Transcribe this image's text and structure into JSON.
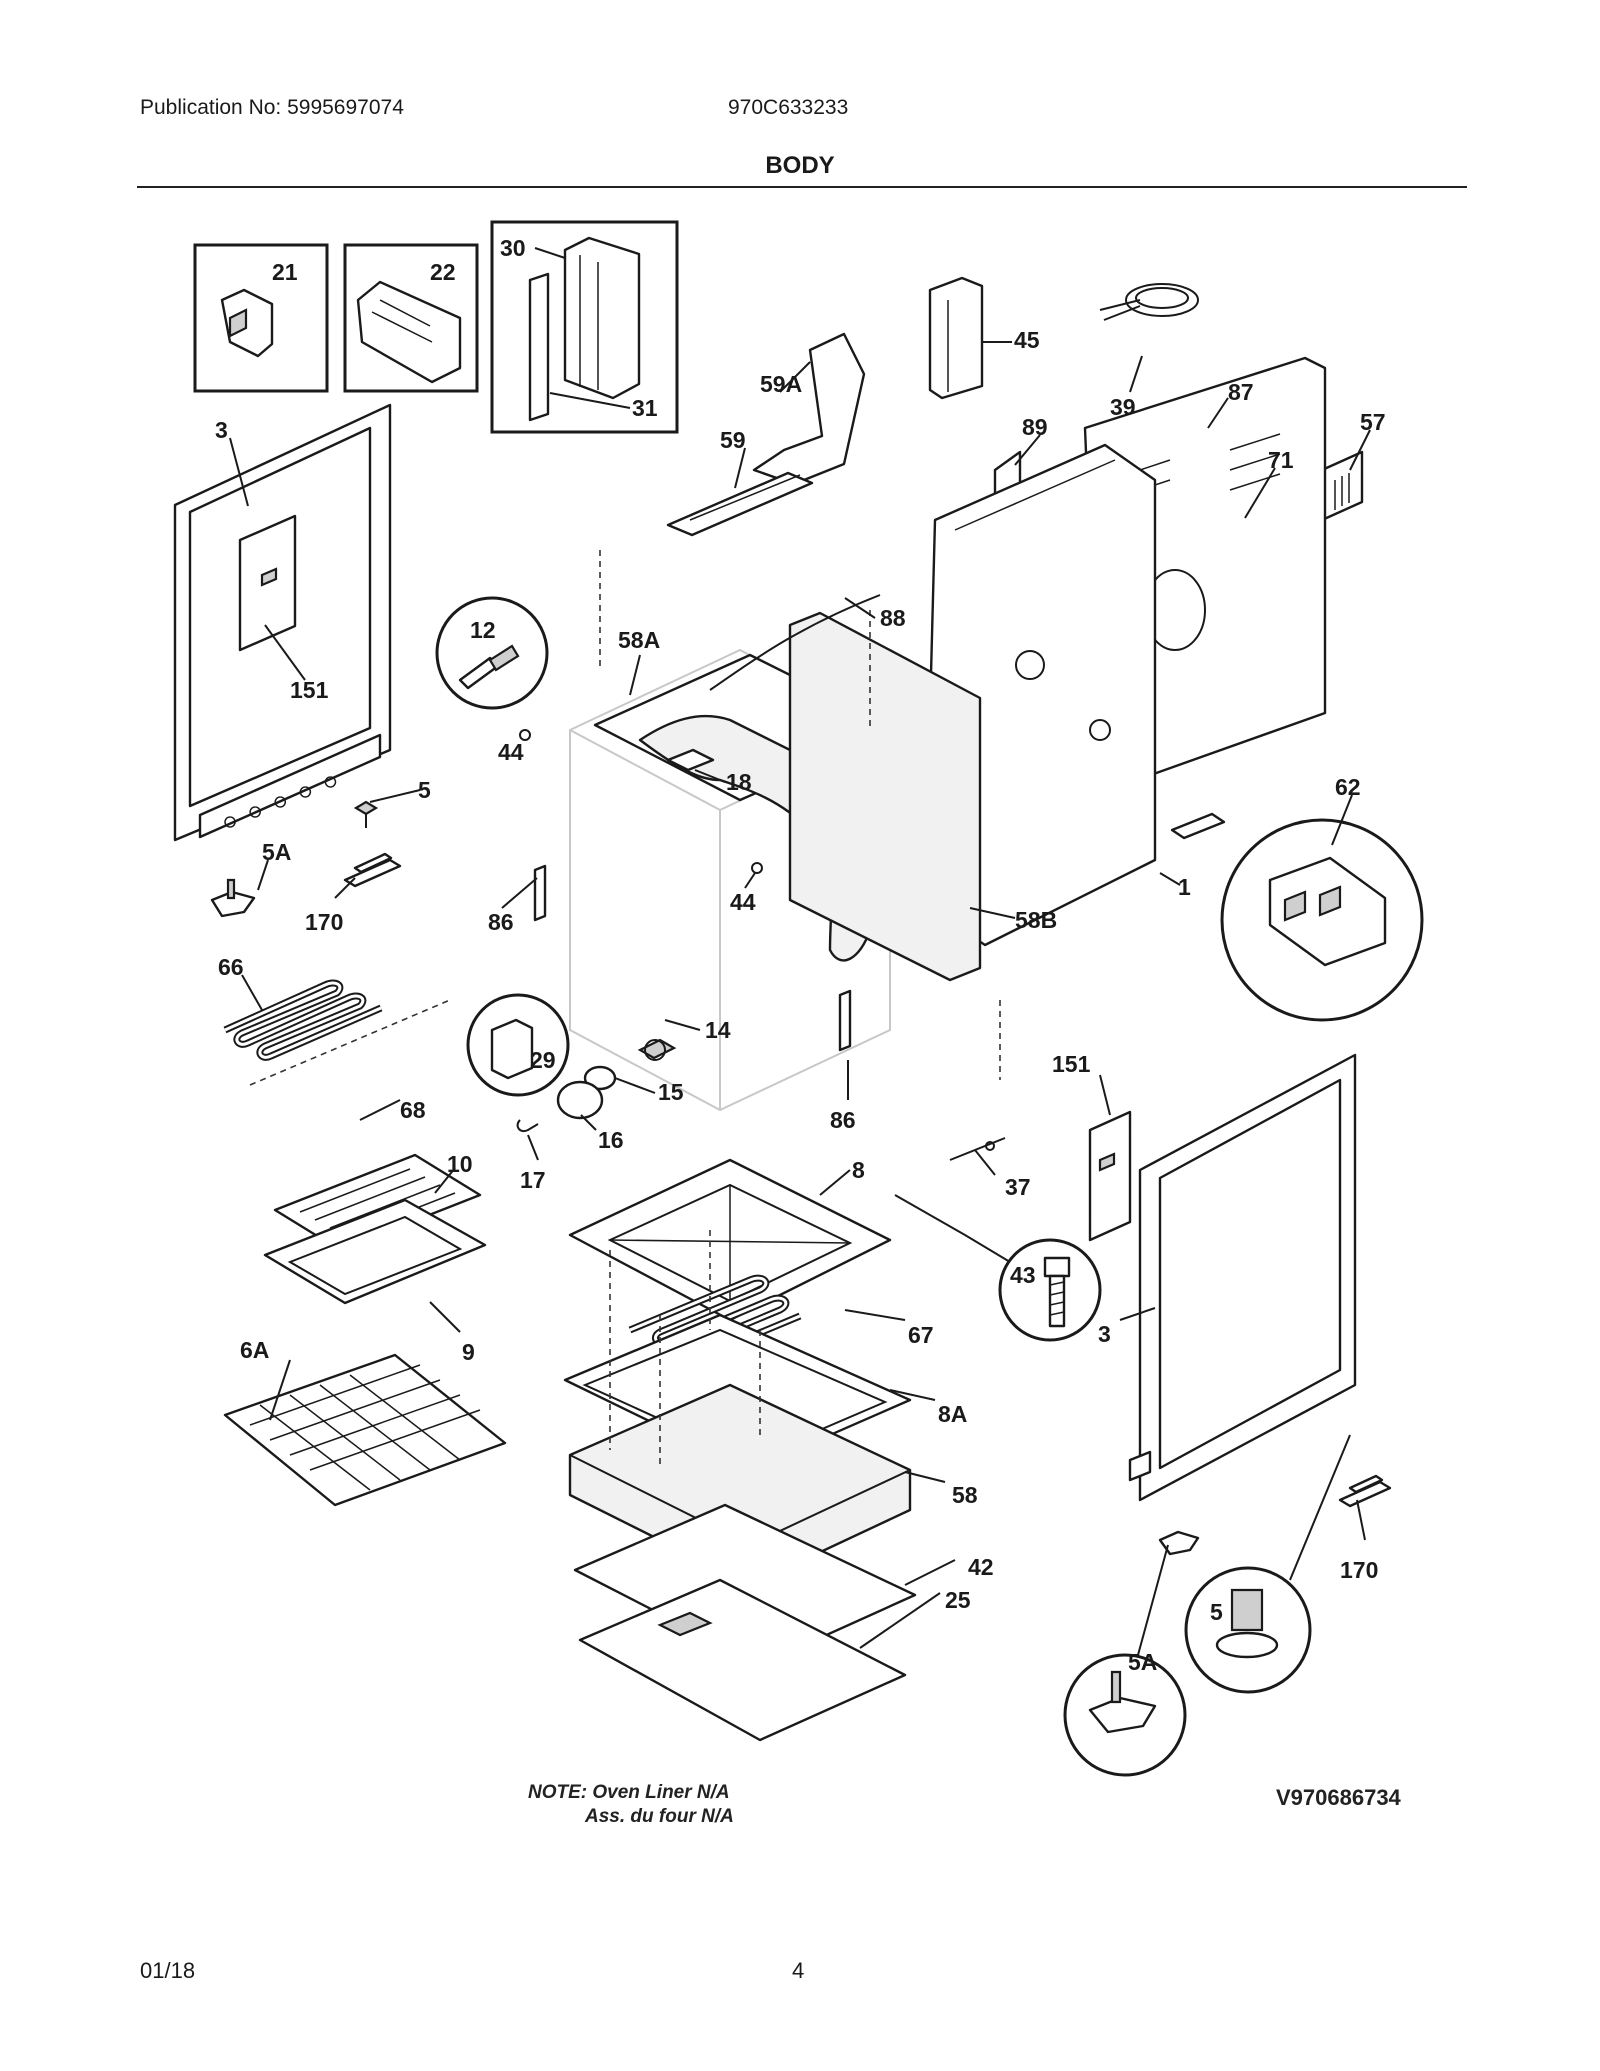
{
  "header": {
    "publication": "Publication No: 5995697074",
    "model": "970C633233",
    "section_title": "BODY"
  },
  "callouts": {
    "c21": "21",
    "c22": "22",
    "c30": "30",
    "c31": "31",
    "c3a": "3",
    "c151a": "151",
    "c59a": "59A",
    "c59": "59",
    "c45": "45",
    "c39": "39",
    "c87": "87",
    "c57": "57",
    "c89": "89",
    "c71": "71",
    "c12": "12",
    "c58a": "58A",
    "c88": "88",
    "c44a": "44",
    "c18": "18",
    "c5a": "5",
    "c5aa": "5A",
    "c170a": "170",
    "c62": "62",
    "c1": "1",
    "c86a": "86",
    "c44b": "44",
    "c58b": "58B",
    "c66": "66",
    "c29": "29",
    "c14": "14",
    "c15": "15",
    "c68": "68",
    "c151b": "151",
    "c86b": "86",
    "c16": "16",
    "c17": "17",
    "c10": "10",
    "c8": "8",
    "c37": "37",
    "c43": "43",
    "c3b": "3",
    "c9": "9",
    "c6a": "6A",
    "c67": "67",
    "c8a": "8A",
    "c58": "58",
    "c42": "42",
    "c25": "25",
    "c170b": "170",
    "c5b": "5",
    "c5ab": "5A"
  },
  "notes": {
    "line1": "NOTE: Oven Liner N/A",
    "line2": "Ass. du four N/A"
  },
  "drawing_code": "V970686734",
  "footer": {
    "date": "01/18",
    "page": "4"
  }
}
